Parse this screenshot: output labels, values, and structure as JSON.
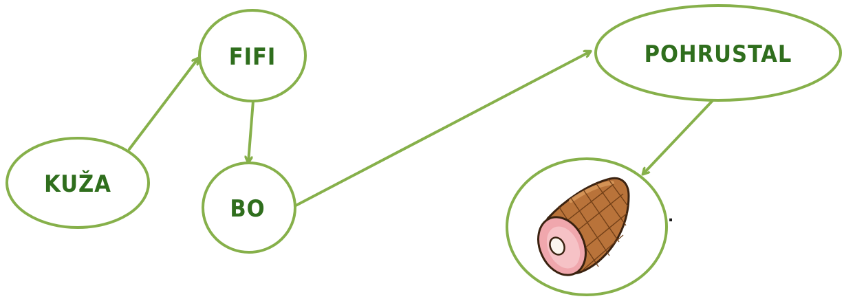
{
  "colors": {
    "stroke": "#86b04a",
    "label": "#2f6e1d",
    "background": "#ffffff"
  },
  "nodes": {
    "kuza": {
      "label": "KUŽA"
    },
    "fifi": {
      "label": "FIFI"
    },
    "bo": {
      "label": "BO"
    },
    "pohrustal": {
      "label": "POHRUSTAL"
    },
    "ham": {
      "icon": "ham-icon"
    }
  },
  "trailing_mark": "."
}
